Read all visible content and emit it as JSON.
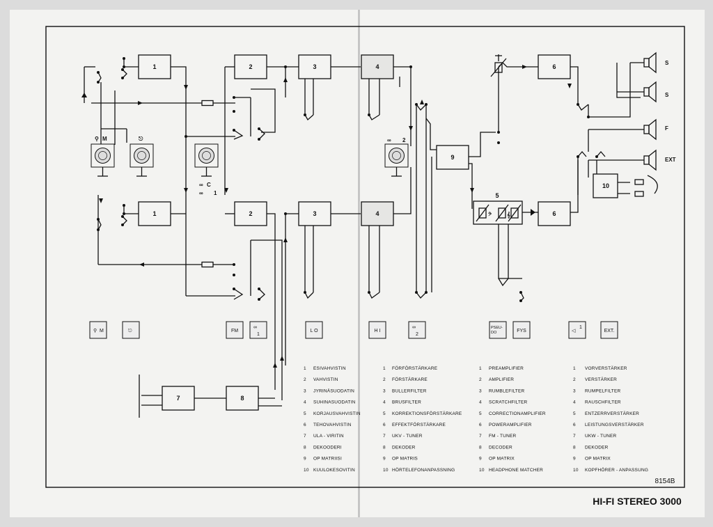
{
  "blocks": {
    "b1_top": "1",
    "b1_bot": "1",
    "b2_top": "2",
    "b2_bot": "2",
    "b3_top": "3",
    "b3_bot": "3",
    "b4_top": "4",
    "b4_bot": "4",
    "b5": "5",
    "b6_top": "6",
    "b6_bot": "6",
    "b7": "7",
    "b8": "8",
    "b9": "9",
    "b10": "10"
  },
  "socket_labels": {
    "mic": "M",
    "tape_c": "C",
    "tape_1": "1",
    "tape_2": "2"
  },
  "outputs": [
    "S",
    "S",
    "F",
    "EXT"
  ],
  "buttons": {
    "mic": "M",
    "fm": "FM",
    "tape1": "1",
    "lo": "L O",
    "hi": "H I",
    "tape2": "2",
    "pseudo": "PSEU-\nDO",
    "fys": "FYS",
    "speaker1": "1",
    "ext": "EXT."
  },
  "legend": {
    "finnish": [
      "ESIVAHVISTIN",
      "VAHVISTIN",
      "JYRINÄSUODATIN",
      "SUHINASUODATIN",
      "KORJAUSVAHVISTIN",
      "TEHOVAHVISTIN",
      "ULA - VIRITIN",
      "DEKOODERI",
      "OP MATRIISI",
      "KUULOKESOVITIN"
    ],
    "swedish": [
      "FÖRFÖRSTÄRKARE",
      "FÖRSTÄRKARE",
      "BULLERFILTER",
      "BRUSFILTER",
      "KORREKTIONSFÖRSTÄRKARE",
      "EFFEKTFÖRSTÄRKARE",
      "UKV - TUNER",
      "DEKODER",
      "OP MATRIS",
      "HÖRTELEFONANPASSNING"
    ],
    "english": [
      "PREAMPLIFIER",
      "AMPLIFIER",
      "RUMBLEFILTER",
      "SCRATCHFILTER",
      "CORRECTIONAMPLIFIER",
      "POWERAMPLIFIER",
      "FM - TUNER",
      "DECODER",
      "OP MATRIX",
      "HEADPHONE MATCHER"
    ],
    "german": [
      "VORVERSTÄRKER",
      "VERSTÄRKER",
      "RUMPELFILTER",
      "RAUSCHFILTER",
      "ENTZERRVERSTÄRKER",
      "LEISTUNGSVERSTÄRKER",
      "UKW - TUNER",
      "DEKODER",
      "OP MATRIX",
      "KOPFHÖRER - ANPASSUNG"
    ]
  },
  "figure_code": "8154B",
  "footer_title": "HI-FI  STEREO  3000"
}
